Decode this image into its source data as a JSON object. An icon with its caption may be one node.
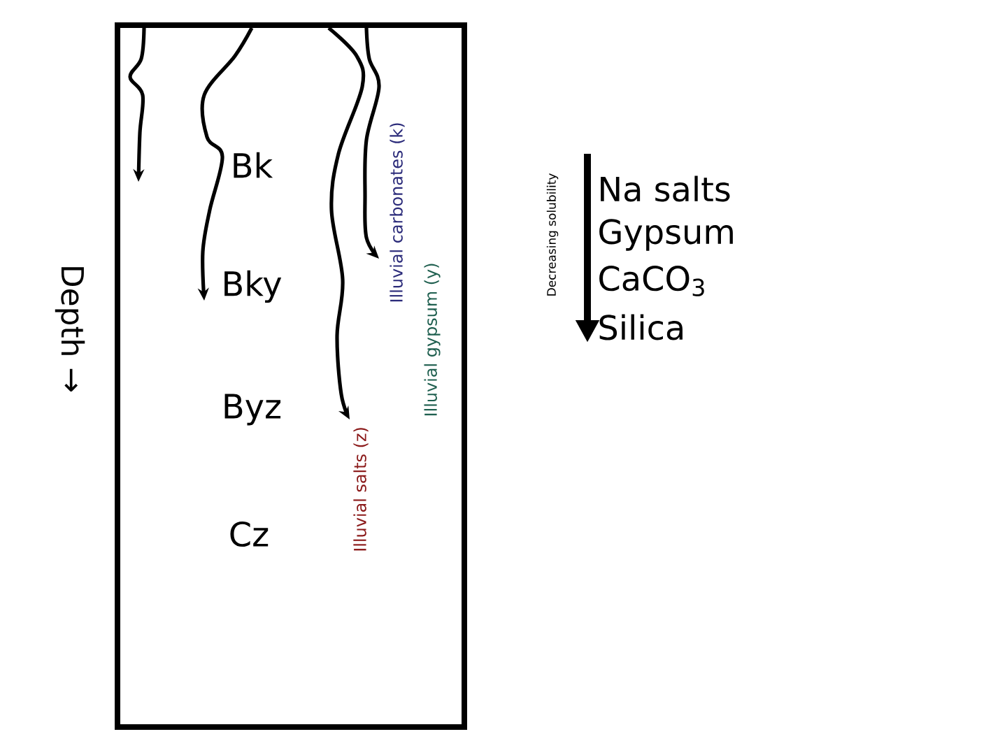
{
  "diagram": {
    "nodes": [
      {
        "text": [
          "Bk",
          "Bky",
          "Byz",
          "Cz"
        ]
      }
    ],
    "labels": [
      "Depth →",
      "Illuvial salts (z)",
      "Illuvial carbonates (k)",
      "Illuvial gypsum (y)",
      "Decreasing solubility",
      "Na salts",
      "Gypsum",
      "CaCO$_{3}$",
      "Silica"
    ]
  }
}
